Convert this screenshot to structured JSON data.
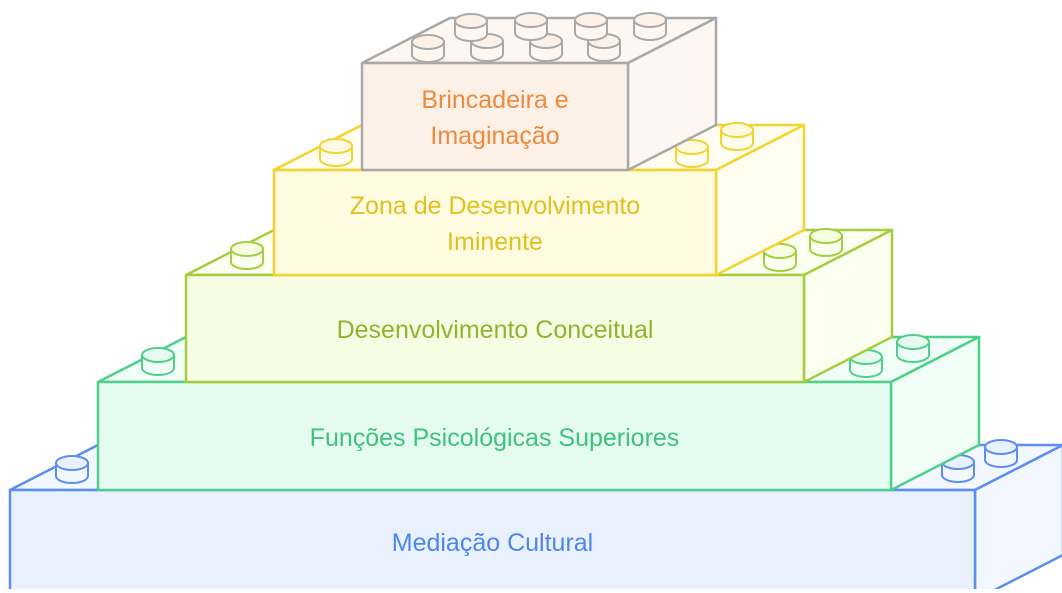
{
  "diagram": {
    "layers": [
      {
        "id": "mediacao",
        "lines": [
          "Mediação Cultural"
        ],
        "colors": {
          "fill": "#eaf1fe",
          "side": "#f3f7ff",
          "stroke": "#5b8ef0",
          "text": "#4f86ec"
        }
      },
      {
        "id": "funcoes",
        "lines": [
          "Funções Psicológicas Superiores"
        ],
        "colors": {
          "fill": "#e6fbf0",
          "side": "#f1fdf7",
          "stroke": "#4fd08a",
          "text": "#3fc27c"
        }
      },
      {
        "id": "conceitual",
        "lines": [
          "Desenvolvimento Conceitual"
        ],
        "colors": {
          "fill": "#f6fde3",
          "side": "#fbfff0",
          "stroke": "#a6cd3e",
          "text": "#8fb52f"
        }
      },
      {
        "id": "zona",
        "lines": [
          "Zona de Desenvolvimento",
          "Iminente"
        ],
        "colors": {
          "fill": "#fefbe0",
          "side": "#fffdf0",
          "stroke": "#f1d42f",
          "text": "#e2c01f"
        }
      },
      {
        "id": "brincadeira",
        "lines": [
          "Brincadeira e",
          "Imaginação"
        ],
        "colors": {
          "fill": "#fdf0e6",
          "side": "#fef7f1",
          "stroke": "#a9a9a9",
          "text": "#ee8a3c"
        }
      }
    ]
  }
}
